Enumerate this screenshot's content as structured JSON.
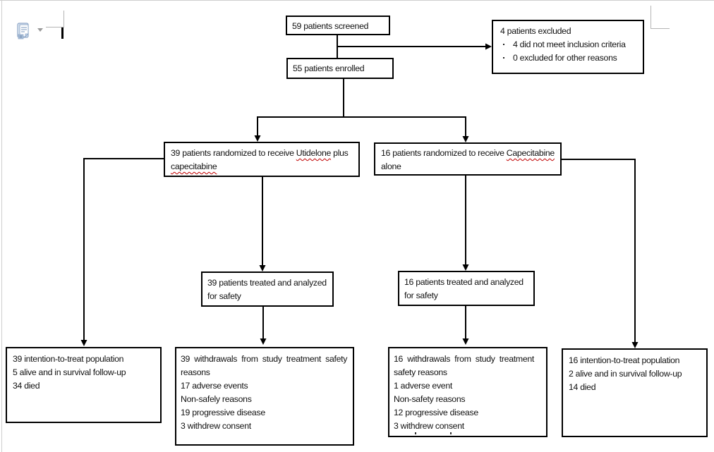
{
  "chrome": {
    "paste_options_icon": "paste-options",
    "dropdown_icon": "chevron-down"
  },
  "flow": {
    "screened": {
      "text": "59 patients screened"
    },
    "enrolled": {
      "text": "55 patients enrolled"
    },
    "excluded": {
      "title": "4 patients excluded",
      "bullets": [
        "4 did not meet inclusion criteria",
        "0 excluded for other reasons"
      ]
    },
    "rand_left": {
      "line1_pre": "39 patients randomized to receive ",
      "line1_word": "Utidelone",
      "line1_post": " plus",
      "line2_word": "capecitabine"
    },
    "rand_right": {
      "line1_pre": "16 patients randomized to receive ",
      "line1_word": "Capecitabine",
      "line2": "alone"
    },
    "safety_left": {
      "line1": "39 patients treated and analyzed",
      "line2": "for safety"
    },
    "safety_right": {
      "line1": "16 patients treated and analyzed",
      "line2": "for safety"
    },
    "itt_left": {
      "lines": [
        "39 intention-to-treat population",
        "5 alive and in survival follow-up",
        "34 died"
      ]
    },
    "wd_left": {
      "lines": [
        "39 withdrawals from study treatment safety",
        "reasons",
        "17 adverse events",
        "Non-safely reasons",
        "19 progressive disease",
        "3 withdrew consent"
      ]
    },
    "wd_right": {
      "lines": [
        "16 withdrawals from study treatment",
        "safety reasons",
        "1 adverse event",
        "Non-safety reasons",
        "12 progressive disease",
        "3 withdrew consent"
      ]
    },
    "itt_right": {
      "lines": [
        "16 intention-to-treat population",
        "2 alive and in survival follow-up",
        "14 died"
      ]
    }
  },
  "colors": {
    "box_border": "#000000",
    "text": "#111111",
    "spellcheck_squiggle": "#c00000",
    "chrome_gray": "#cfcfcf",
    "paste_icon_blue": "#7da0c4"
  }
}
